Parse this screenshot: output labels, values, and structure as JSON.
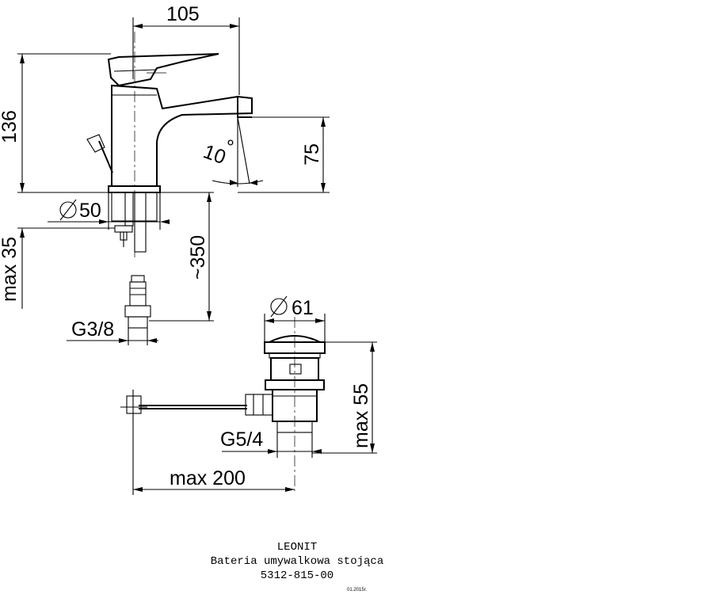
{
  "dimensions": {
    "width_105": "105",
    "height_136": "136",
    "height_75": "75",
    "angle": "10",
    "degree": "°",
    "dia_50": "50",
    "max_35": "max 35",
    "length_350": "~350",
    "thread_g38": "G3/8",
    "dia_61": "61",
    "max_55": "max 55",
    "thread_g54": "G5/4",
    "max_200": "max 200"
  },
  "title_block": {
    "brand": "LEONIT",
    "description": "Bateria umywalkowa stojąca",
    "code": "5312-815-00",
    "date": "01.2015r."
  }
}
